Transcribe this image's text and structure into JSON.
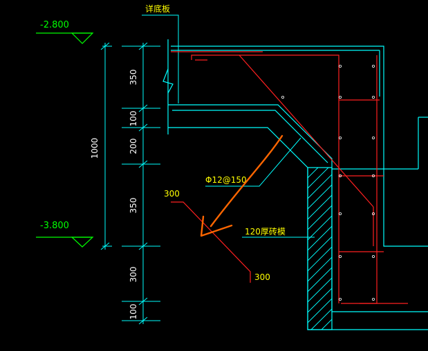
{
  "colors": {
    "background": "#000000",
    "concrete_outline": "#00ffff",
    "rebar": "#ff2020",
    "dimension": "#00ffff",
    "level_mark": "#00ff00",
    "annotation": "#ffff00",
    "markup": "#ff6600",
    "brick_hatch": "#00ffff"
  },
  "labels": {
    "cushion": "详底板",
    "rebar_spec": "Φ12@150",
    "brick_wall": "120厚砖模",
    "anchor_top": "300",
    "anchor_bottom": "300"
  },
  "levels": [
    {
      "value": "-2.800"
    },
    {
      "value": "-3.800"
    }
  ],
  "dimensions": {
    "total": "1000",
    "segments": [
      "350",
      "100",
      "200",
      "350",
      "300",
      "100"
    ]
  }
}
